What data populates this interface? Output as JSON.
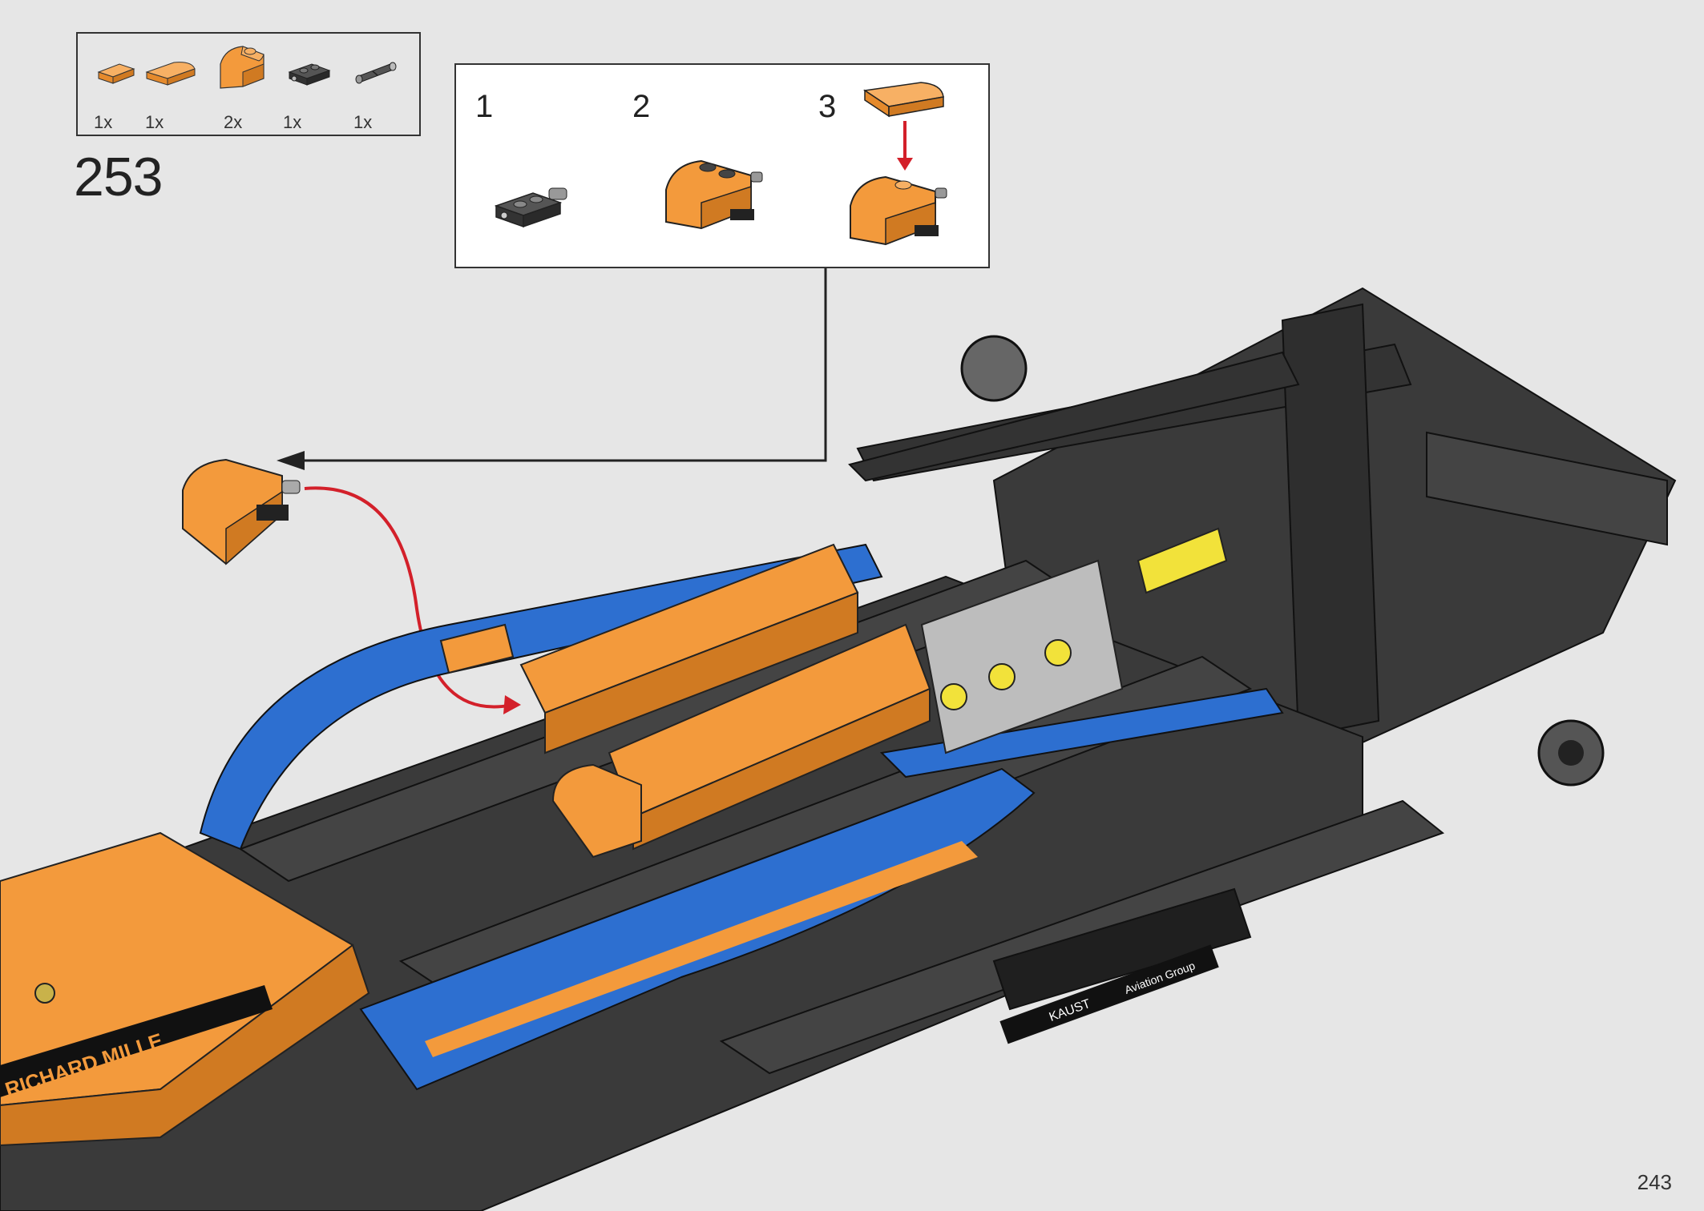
{
  "step": {
    "number": "253"
  },
  "parts": [
    {
      "qty": "1x",
      "icon": "orange-plate-icon"
    },
    {
      "qty": "1x",
      "icon": "orange-curved-slope-icon"
    },
    {
      "qty": "2x",
      "icon": "orange-curved-brick-icon"
    },
    {
      "qty": "1x",
      "icon": "black-bracket-plate-icon"
    },
    {
      "qty": "1x",
      "icon": "gray-pin-icon"
    }
  ],
  "substeps": [
    {
      "label": "1"
    },
    {
      "label": "2"
    },
    {
      "label": "3"
    }
  ],
  "decals": {
    "sponsor_left": "RICHARD MILLE",
    "sponsor_floor_1": "KAUST",
    "sponsor_floor_2": "Aviation Group"
  },
  "colors": {
    "orange": "#f39a3c",
    "blue": "#2d6fd0",
    "dark_gray": "#3a3a3a",
    "background": "#e6e6e6",
    "arrow_red": "#d3202a"
  },
  "page": {
    "number": "243"
  }
}
